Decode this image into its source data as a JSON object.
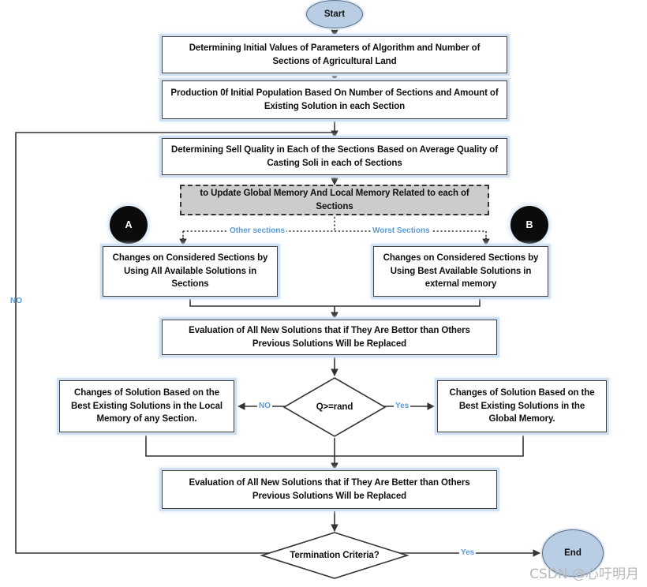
{
  "diagram": {
    "title": "Algorithm Flowchart",
    "colors": {
      "terminator_fill": "#b9cde5",
      "process_fill": "#ffffff",
      "process_border": "#404040",
      "memory_fill": "#cccccc",
      "memory_border": "#333333",
      "connector_fill": "#0b0b0b",
      "connector_text": "#ffffff",
      "edge_label": "#5c9bd5",
      "edge_line": "#404040",
      "glow": "#cfe0f2",
      "watermark": "#b8b8b8"
    }
  },
  "nodes": {
    "start": {
      "label": "Start",
      "shape": "ellipse"
    },
    "init_params": {
      "label": "Determining Initial Values of Parameters of Algorithm and Number of Sections of Agricultural Land",
      "shape": "process"
    },
    "initial_population": {
      "label": "Production 0f Initial Population Based On Number of Sections and Amount of Existing Solution in each Section",
      "shape": "process"
    },
    "sell_quality": {
      "label": "Determining Sell Quality in Each of the Sections Based on Average Quality of Casting Soli in each of Sections",
      "shape": "process"
    },
    "update_memory": {
      "label": "to Update Global Memory And Local Memory Related to each of Sections",
      "shape": "dashed-process"
    },
    "connector_a": {
      "label": "A",
      "shape": "circle"
    },
    "connector_b": {
      "label": "B",
      "shape": "circle"
    },
    "other_sections_box": {
      "label": "Changes on Considered Sections by Using All Available Solutions in Sections",
      "shape": "process"
    },
    "worst_sections_box": {
      "label": "Changes on Considered Sections by Using Best Available Solutions in external memory",
      "shape": "process"
    },
    "evaluation_one": {
      "label": "Evaluation of All New Solutions that if They Are Bettor than Others Previous Solutions Will be Replaced",
      "shape": "process"
    },
    "q_decision": {
      "label": "Q>=rand",
      "shape": "diamond"
    },
    "local_memory_box": {
      "label": "Changes of Solution Based on the Best Existing Solutions in the Local Memory of any Section.",
      "shape": "process"
    },
    "global_memory_box": {
      "label": "Changes of Solution Based on the Best Existing Solutions in the Global Memory.",
      "shape": "process"
    },
    "evaluation_two": {
      "label": "Evaluation of All New Solutions that if They Are Better than Others Previous Solutions Will be Replaced",
      "shape": "process"
    },
    "termination": {
      "label": "Termination Criteria?",
      "shape": "diamond"
    },
    "end": {
      "label": "End",
      "shape": "ellipse"
    }
  },
  "edge_labels": {
    "other_sections": "Other sections",
    "worst_sections": "Worst Sections",
    "q_no": "NO",
    "q_yes": "Yes",
    "loop_no": "NO",
    "termination_yes": "Yes"
  },
  "watermark": {
    "text": "CSDN @心吁明月"
  }
}
